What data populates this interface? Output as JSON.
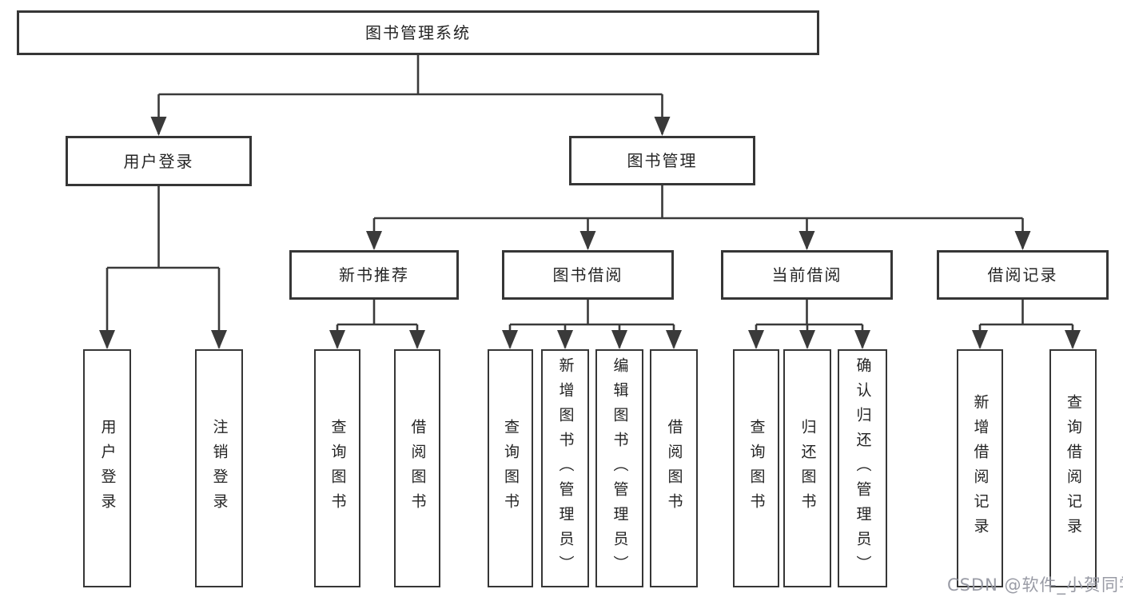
{
  "tree": {
    "label": "图书管理系统",
    "children": [
      {
        "label": "用户登录",
        "children": [
          {
            "label": "用户登录"
          },
          {
            "label": "注销登录"
          }
        ]
      },
      {
        "label": "图书管理",
        "children": [
          {
            "label": "新书推荐",
            "children": [
              {
                "label": "查询图书"
              },
              {
                "label": "借阅图书"
              }
            ]
          },
          {
            "label": "图书借阅",
            "children": [
              {
                "label": "查询图书"
              },
              {
                "label": "新增图书（管理员）"
              },
              {
                "label": "编辑图书（管理员）"
              },
              {
                "label": "借阅图书"
              }
            ]
          },
          {
            "label": "当前借阅",
            "children": [
              {
                "label": "查询图书"
              },
              {
                "label": "归还图书"
              },
              {
                "label": "确认归还（管理员）"
              }
            ]
          },
          {
            "label": "借阅记录",
            "children": [
              {
                "label": "新增借阅记录"
              },
              {
                "label": "查询借阅记录"
              }
            ]
          }
        ]
      }
    ]
  },
  "watermark": {
    "text": "CSDN @软件_小贺同学"
  },
  "colors": {
    "line": "#3a3a3a",
    "box_border": "#363636",
    "text": "#242424",
    "background": "#ffffff",
    "watermark": "#9496a0"
  }
}
